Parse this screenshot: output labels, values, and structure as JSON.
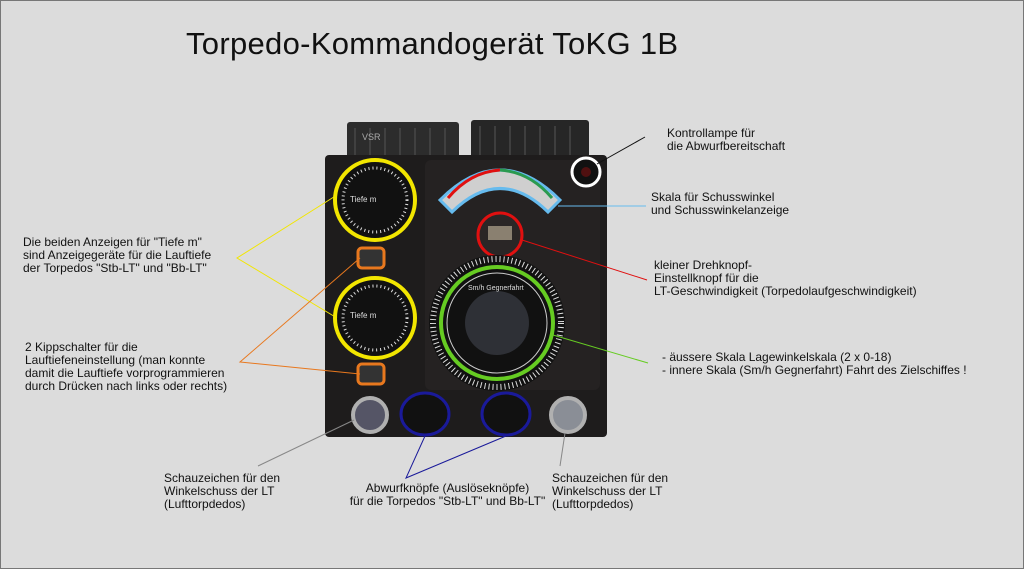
{
  "title": "Torpedo-Kommandogerät ToKG 1B",
  "labels": {
    "kontrollampe": [
      "Kontrollampe für",
      "die Abwurfbereitschaft"
    ],
    "skala": [
      "Skala für Schusswinkel",
      "und Schusswinkelanzeige"
    ],
    "drehknopf": [
      "kleiner Drehknopf-",
      "Einstellknopf für die",
      "LT-Geschwindigkeit (Torpedolaufgeschwindigkeit)"
    ],
    "lagewinkel": [
      "- äussere Skala Lagewinkelskala (2 x 0-18)",
      "- innere Skala (Sm/h Gegnerfahrt) Fahrt des Zielschiffes !"
    ],
    "tiefe": [
      "Die beiden Anzeigen für \"Tiefe m\"",
      "sind Anzeigegeräte für die Lauftiefe",
      "der Torpedos \"Stb-LT\" und \"Bb-LT\""
    ],
    "kippschalter": [
      "2 Kippschalter für die",
      "Lauftiefeneinstellung (man konnte",
      "damit die Lauftiefe vorprogrammieren",
      "durch Drücken nach links oder rechts)"
    ],
    "schau_left": [
      "Schauzeichen für den",
      "Winkelschuss der LT",
      "(Lufttorpdedos)"
    ],
    "abwurf": [
      "Abwurfknöpfe (Auslöseknöpfe)",
      "für die Torpedos \"Stb-LT\" und Bb-LT\""
    ],
    "schau_right": [
      "Schauzeichen für den",
      "Winkelschuss der LT",
      "(Lufttorpdedos)"
    ]
  },
  "device": {
    "gauge_label": "Tiefe m",
    "connector_mark": "VSR",
    "dial_text": "Sm/h Gegnerfahrt"
  },
  "colors": {
    "yellow": "#f2e600",
    "orange": "#e8781e",
    "red": "#e01010",
    "green": "#66cc22",
    "blue": "#1a1a9a",
    "cyan": "#66bbee",
    "grey": "#b0b0b0"
  }
}
